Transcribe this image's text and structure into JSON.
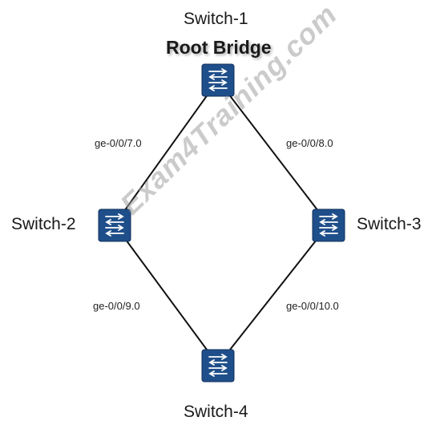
{
  "diagram": {
    "root_label": "Root Bridge",
    "watermark": "Exam4Training.com",
    "switches": [
      {
        "id": "sw1",
        "label": "Switch-1"
      },
      {
        "id": "sw2",
        "label": "Switch-2"
      },
      {
        "id": "sw3",
        "label": "Switch-3"
      },
      {
        "id": "sw4",
        "label": "Switch-4"
      }
    ],
    "links": [
      {
        "from": "sw1",
        "to": "sw2",
        "port": "ge-0/0/7.0"
      },
      {
        "from": "sw1",
        "to": "sw3",
        "port": "ge-0/0/8.0"
      },
      {
        "from": "sw2",
        "to": "sw4",
        "port": "ge-0/0/9.0"
      },
      {
        "from": "sw3",
        "to": "sw4",
        "port": "ge-0/0/10.0"
      }
    ],
    "colors": {
      "switch_fill": "#1f4f8a",
      "switch_border": "#0f2f5a",
      "link": "#111111"
    }
  }
}
